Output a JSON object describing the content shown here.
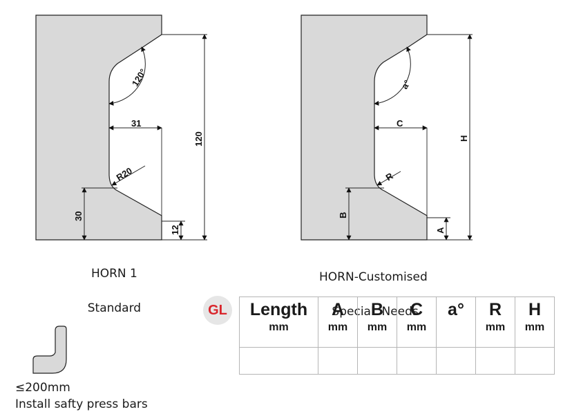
{
  "horn1": {
    "angle": "120°",
    "width": "31",
    "radius": "R20",
    "height": "120",
    "lower": "30",
    "tip": "12",
    "caption_line1": "HORN 1",
    "caption_line2": "Standard"
  },
  "horn2": {
    "angle": "a°",
    "width": "C",
    "radius": "R",
    "height": "H",
    "lower": "B",
    "tip": "A",
    "caption_line1": "HORN-Customised",
    "caption_line2": " Special  Needs"
  },
  "badge": "GL",
  "table": {
    "columns": [
      {
        "label": "Length",
        "unit": "mm"
      },
      {
        "label": "A",
        "unit": "mm"
      },
      {
        "label": "B",
        "unit": "mm"
      },
      {
        "label": "C",
        "unit": "mm"
      },
      {
        "label": "a°",
        "unit": ""
      },
      {
        "label": "R",
        "unit": "mm"
      },
      {
        "label": "H",
        "unit": "mm"
      }
    ]
  },
  "note": {
    "line1": "≤200mm",
    "line2": "Install safty press bars"
  },
  "colors": {
    "profile_fill": "#d9d9d9",
    "outline": "#222222",
    "badge_text": "#d9262c"
  }
}
